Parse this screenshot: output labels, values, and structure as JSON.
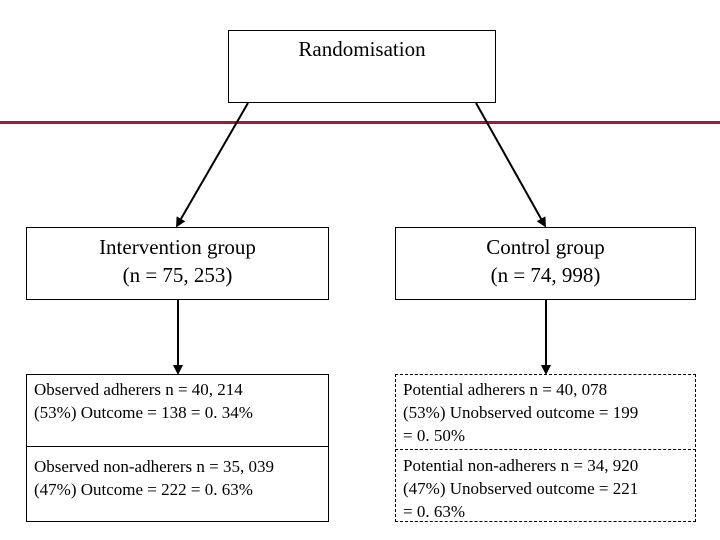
{
  "randomisation": {
    "label": "Randomisation"
  },
  "intervention": {
    "title": "Intervention group",
    "n": "(n = 75, 253)"
  },
  "control": {
    "title": "Control group",
    "n": "(n = 74, 998)"
  },
  "observed": {
    "adherers": "Observed adherers n = 40, 214\n(53%) Outcome = 138 = 0. 34%",
    "non_adherers": "Observed non-adherers n = 35, 039\n(47%) Outcome = 222 = 0. 63%"
  },
  "potential": {
    "adherers": "Potential adherers n = 40, 078\n(53%) Unobserved outcome = 199\n= 0. 50%",
    "non_adherers": "Potential non-adherers  n = 34, 920\n(47%) Unobserved outcome = 221\n= 0. 63%"
  },
  "colors": {
    "rule": "#9b1b3a",
    "line": "#000000"
  }
}
